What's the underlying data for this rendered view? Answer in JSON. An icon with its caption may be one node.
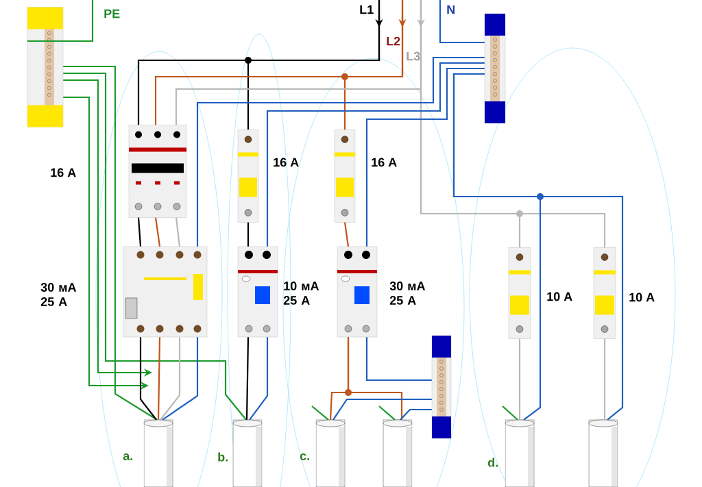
{
  "diagram": {
    "nodes": [
      {
        "text": [],
        "shape": "picture"
      },
      {
        "text": [],
        "shape": "picture"
      },
      {
        "text": [],
        "shape": "picture"
      },
      {
        "text": [],
        "shape": "cylinder"
      },
      {
        "text": [],
        "shape": "picture"
      },
      {
        "text": [],
        "shape": "picture"
      },
      {
        "text": [],
        "shape": "cylinder"
      },
      {
        "text": [],
        "shape": "picture"
      },
      {
        "text": [],
        "shape": "picture"
      },
      {
        "text": [],
        "shape": "cylinder"
      },
      {
        "text": [],
        "shape": "cylinder"
      },
      {
        "text": [],
        "shape": "picture"
      },
      {
        "text": [],
        "shape": "picture"
      },
      {
        "text": [],
        "shape": "picture"
      },
      {
        "text": [],
        "shape": "picture"
      },
      {
        "text": [],
        "shape": "cylinder"
      },
      {
        "text": [],
        "shape": "cylinder"
      }
    ],
    "edges": [
      {
        "from": null,
        "to": 0,
        "arrow": "none",
        "color": "#1a9a2a"
      },
      {
        "from": 0,
        "to": 3,
        "arrow": "none",
        "color": "#1a9a2a"
      },
      {
        "from": 0,
        "to": 6,
        "arrow": "none",
        "color": "#1a9a2a"
      },
      {
        "from": 0,
        "to": null,
        "arrow": "to",
        "color": "#1a9a2a"
      },
      {
        "from": 0,
        "to": null,
        "arrow": "to",
        "color": "#1a9a2a"
      },
      {
        "from": null,
        "to": 1,
        "arrow": "none",
        "color": "#000000"
      },
      {
        "from": null,
        "to": 4,
        "arrow": "none",
        "color": "#000000"
      },
      {
        "from": null,
        "to": 1,
        "arrow": "none",
        "color": "#c0561a"
      },
      {
        "from": null,
        "to": 7,
        "arrow": "none",
        "color": "#c0561a"
      },
      {
        "from": null,
        "to": 1,
        "arrow": "none",
        "color": "#b8b8b8"
      },
      {
        "from": null,
        "to": 13,
        "arrow": "none",
        "color": "#b8b8b8"
      },
      {
        "from": null,
        "to": 14,
        "arrow": "none",
        "color": "#b8b8b8"
      },
      {
        "from": null,
        "to": 11,
        "arrow": "none"
      },
      {
        "from": 11,
        "to": 2,
        "arrow": "none"
      },
      {
        "from": 11,
        "to": 5,
        "arrow": "none"
      },
      {
        "from": 11,
        "to": 8,
        "arrow": "none"
      },
      {
        "from": 11,
        "to": 15,
        "arrow": "none"
      },
      {
        "from": 11,
        "to": 16,
        "arrow": "none"
      },
      {
        "from": 2,
        "to": 3,
        "arrow": "none",
        "color": "#000000"
      },
      {
        "from": 2,
        "to": 3,
        "arrow": "none",
        "color": "#c0561a"
      },
      {
        "from": 2,
        "to": 3,
        "arrow": "none",
        "color": "#b8b8b8"
      },
      {
        "from": 2,
        "to": 3,
        "arrow": "none"
      },
      {
        "from": 1,
        "to": 2,
        "arrow": "none",
        "color": "#000000"
      },
      {
        "from": 1,
        "to": 2,
        "arrow": "none",
        "color": "#c0561a"
      },
      {
        "from": 1,
        "to": 2,
        "arrow": "none",
        "color": "#b8b8b8"
      },
      {
        "from": 4,
        "to": 5,
        "arrow": "none",
        "color": "#000000"
      },
      {
        "from": 5,
        "to": 6,
        "arrow": "none",
        "color": "#000000"
      },
      {
        "from": 5,
        "to": 6,
        "arrow": "none"
      },
      {
        "from": 7,
        "to": 8,
        "arrow": "none",
        "color": "#c0561a"
      },
      {
        "from": 8,
        "to": 9,
        "arrow": "none",
        "color": "#c0561a"
      },
      {
        "from": 8,
        "to": 10,
        "arrow": "none",
        "color": "#c0561a"
      },
      {
        "from": 8,
        "to": 12,
        "arrow": "none"
      },
      {
        "from": 12,
        "to": 9,
        "arrow": "none"
      },
      {
        "from": 12,
        "to": 10,
        "arrow": "none"
      },
      {
        "from": null,
        "to": 9,
        "arrow": "none",
        "color": "#1a9a2a"
      },
      {
        "from": null,
        "to": 10,
        "arrow": "none",
        "color": "#1a9a2a"
      },
      {
        "from": null,
        "to": 15,
        "arrow": "none",
        "color": "#1a9a2a"
      },
      {
        "from": 13,
        "to": 15,
        "arrow": "none",
        "color": "#b8b8b8"
      },
      {
        "from": 14,
        "to": 16,
        "arrow": "none",
        "color": "#b8b8b8"
      }
    ],
    "labels": [
      "PE",
      "L1",
      "L2",
      "L3",
      "N",
      "16 A",
      "30 мА 25 A",
      "16 A",
      "10 мА 25 A",
      "16 A",
      "30 мА 25 A",
      "10 A",
      "10 A",
      "a.",
      "b.",
      "c.",
      "d."
    ]
  }
}
